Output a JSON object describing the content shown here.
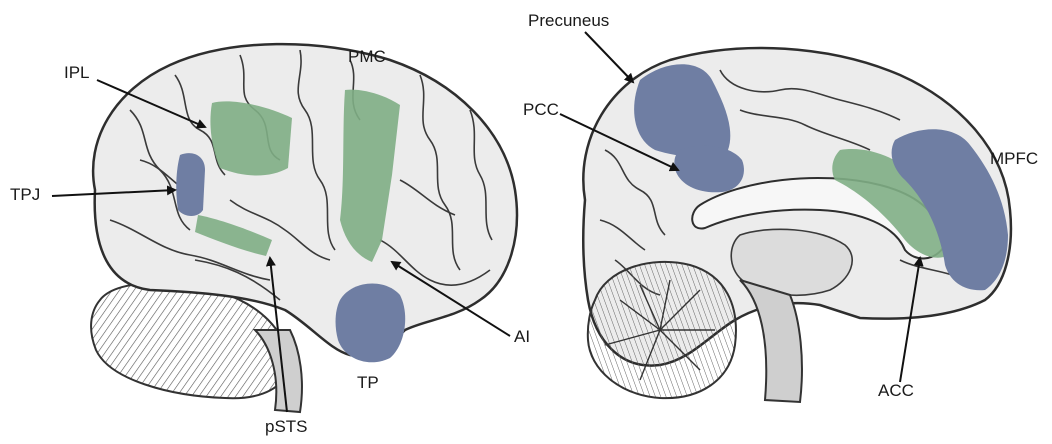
{
  "labels": {
    "ipl": "IPL",
    "pmc": "PMC",
    "tpj": "TPJ",
    "ai": "AI",
    "tp": "TP",
    "psts": "pSTS",
    "precuneus": "Precuneus",
    "pcc": "PCC",
    "mpfc": "MPFC",
    "acc": "ACC"
  },
  "colors": {
    "green_region": "#7fae85",
    "blue_region": "#6f7ea3",
    "brain_fill": "#e9e9e9",
    "outline": "#2e2e2e",
    "arrow": "#111111"
  },
  "icons": {
    "lateral_view": "lateral-brain-illustration",
    "medial_view": "medial-brain-illustration"
  }
}
